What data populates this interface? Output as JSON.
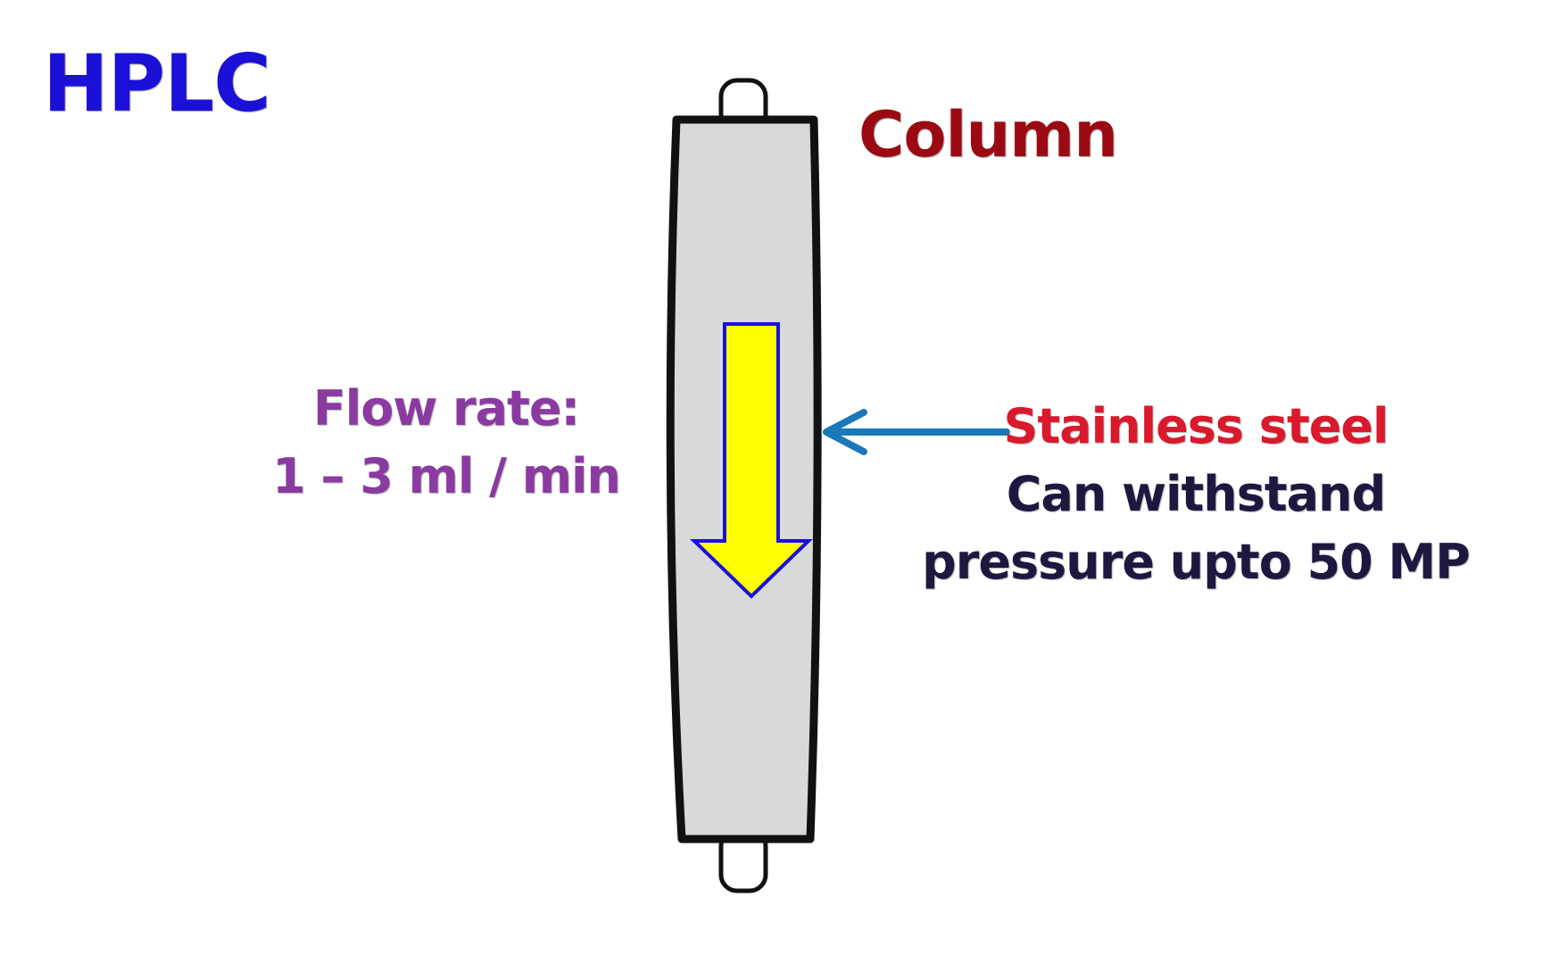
{
  "title": "HPLC",
  "column_label": "Column",
  "flow": {
    "line1": "Flow rate:",
    "line2": "1 – 3 ml / min"
  },
  "material": {
    "name": "Stainless steel",
    "line1": "Can withstand",
    "line2": "pressure upto 50 MP"
  },
  "colors": {
    "title": "#1a10d8",
    "column_label": "#9b0a12",
    "flow_text": "#8a3aa0",
    "material_name": "#d81a2c",
    "material_desc": "#1e1840",
    "pointer_arrow": "#1a78b8",
    "flow_arrow_fill": "#ffff00",
    "flow_arrow_outline": "#1a10d8",
    "column_body": "#d9d9d9",
    "column_outline": "#111111"
  },
  "icons": {
    "flow_direction": "down-arrow-icon",
    "pointer": "left-arrow-icon"
  }
}
